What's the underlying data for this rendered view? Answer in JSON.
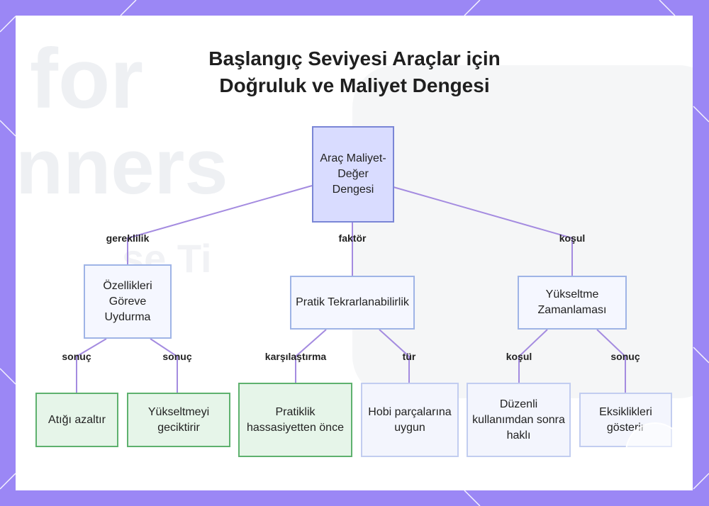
{
  "title": {
    "line1": "Başlangıç Seviyesi Araçlar için",
    "line2": "Doğruluk ve Maliyet Dengesi"
  },
  "background_text": {
    "word1": "for",
    "word2": "nners",
    "word3": "se Ti"
  },
  "colors": {
    "frame": "#9b87f5",
    "edge": "#a48be0",
    "root_fill": "#d9dcff",
    "green_fill": "#e6f5e9",
    "blue_fill": "#f3f5fd"
  },
  "nodes": {
    "root": "Araç Maliyet-Değer Dengesi",
    "features": "Özellikleri Göreve Uydurma",
    "repeatability": "Pratik Tekrarlanabilirlik",
    "upgrade": "Yükseltme Zamanlaması",
    "reduces_waste": "Atığı azaltır",
    "delays_upgrade": "Yükseltmeyi geciktirir",
    "practicality": "Pratiklik hassasiyetten önce",
    "hobby_parts": "Hobi parçalarına uygun",
    "regular_use": "Düzenli kullanımdan sonra haklı",
    "shows_gaps": "Eksiklikleri gösterir"
  },
  "edges": {
    "requirement": "gereklilik",
    "factor": "faktör",
    "condition1": "koşul",
    "result1": "sonuç",
    "result2": "sonuç",
    "comparison": "karşılaştırma",
    "type": "tür",
    "condition2": "koşul",
    "result3": "sonuç"
  }
}
